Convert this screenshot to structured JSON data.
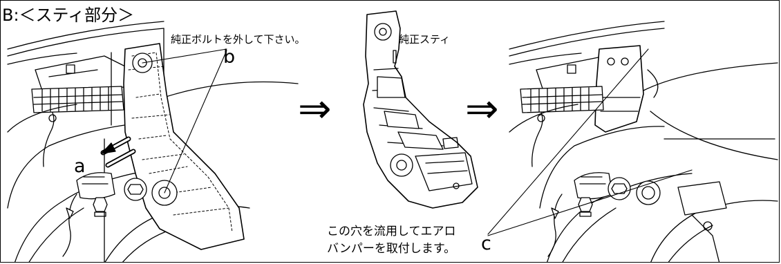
{
  "section_title": "B:＜スティ部分＞",
  "note_remove": "純正ボルトを外して下さい。",
  "note_stay": "純正スティ",
  "label_a": "a",
  "label_b": "b",
  "label_c": "c",
  "note_c_line1": "この穴を流用してエアロ",
  "note_c_line2": "バンパーを取付します。",
  "arrow_symbol": "⇒"
}
